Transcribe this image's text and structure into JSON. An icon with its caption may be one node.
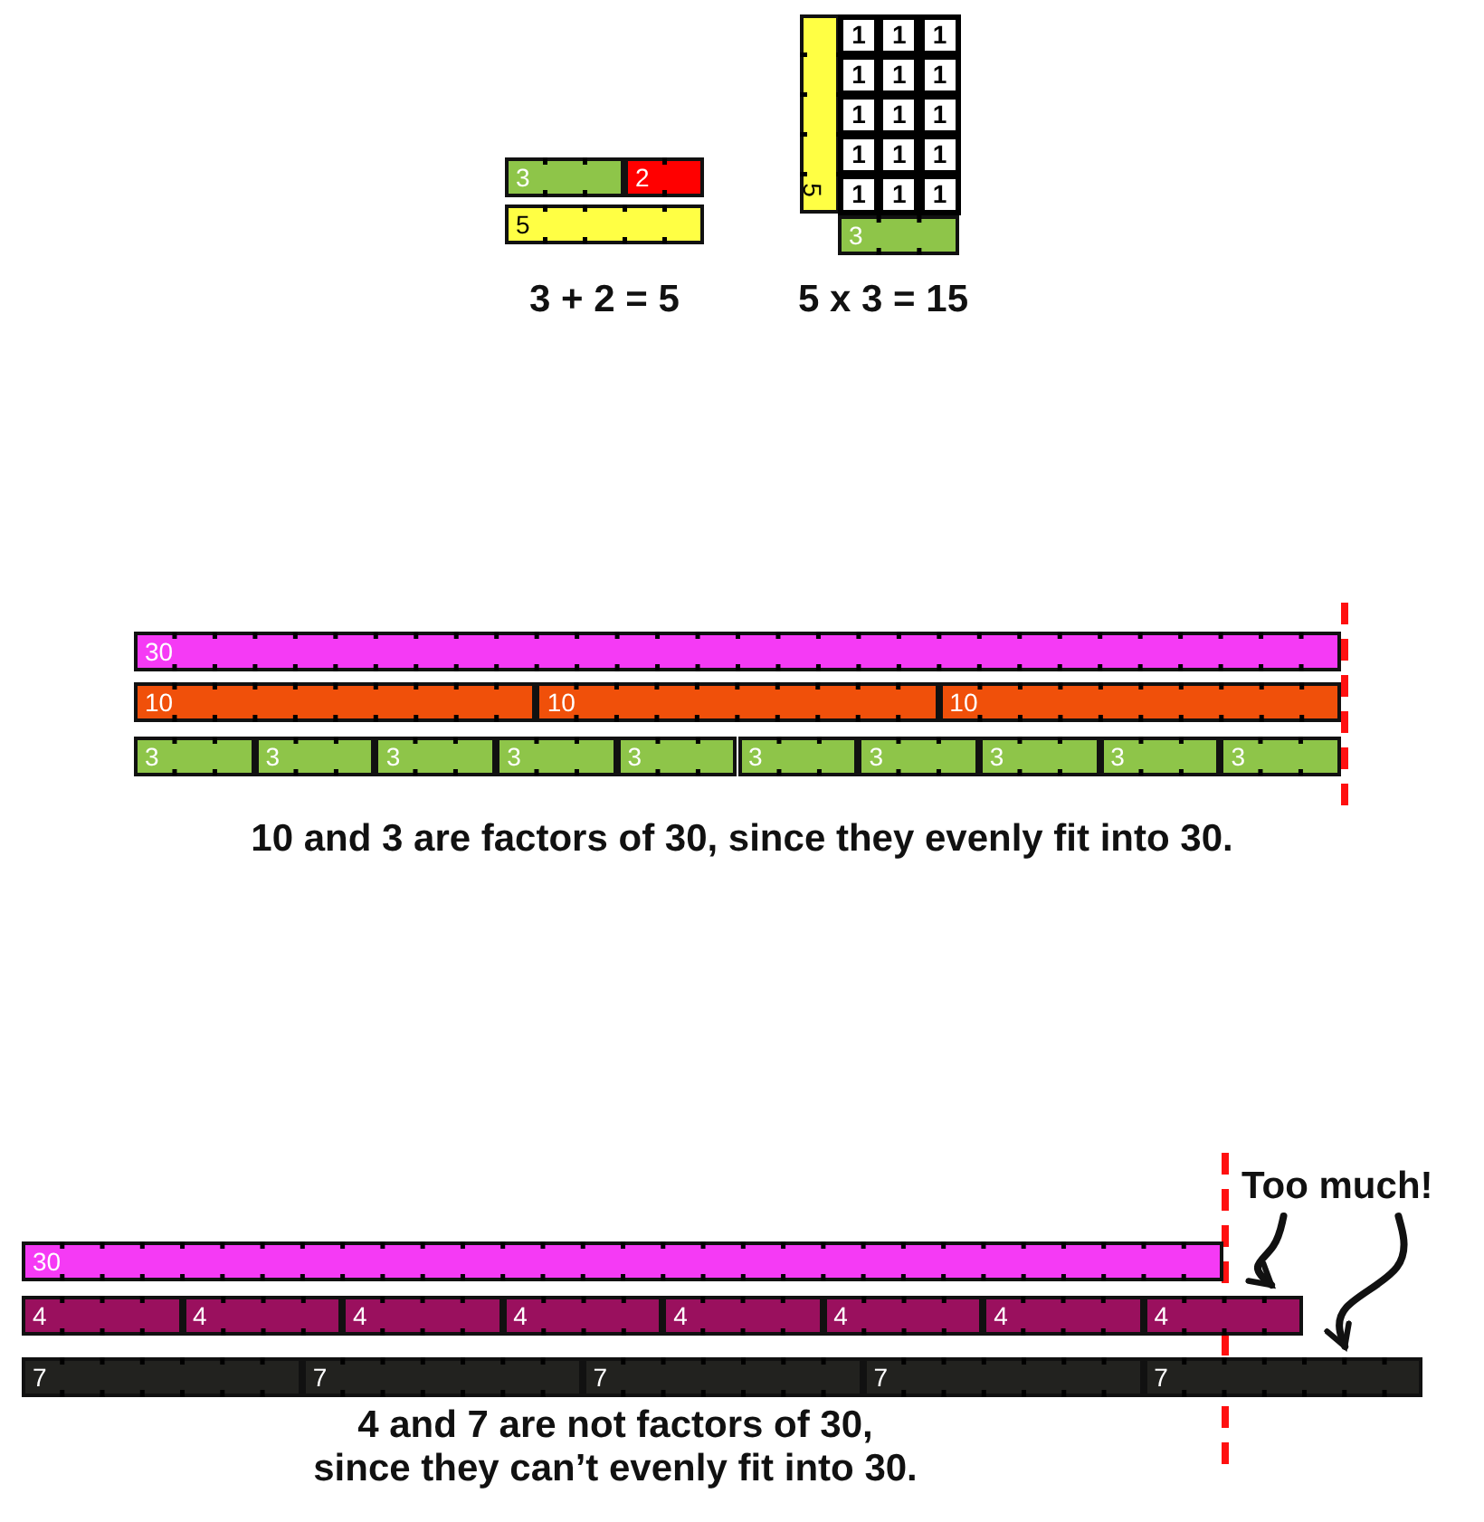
{
  "diagram": {
    "nodes": [
      {
        "text": [
          "3"
        ]
      },
      {
        "text": [
          "2"
        ]
      },
      {
        "text": [
          "5"
        ]
      },
      {
        "text": [
          "5"
        ]
      },
      {
        "text": [
          "1"
        ]
      },
      {
        "text": [
          "1"
        ]
      },
      {
        "text": [
          "1"
        ]
      },
      {
        "text": [
          "1"
        ]
      },
      {
        "text": [
          "1"
        ]
      },
      {
        "text": [
          "1"
        ]
      },
      {
        "text": [
          "1"
        ]
      },
      {
        "text": [
          "1"
        ]
      },
      {
        "text": [
          "1"
        ]
      },
      {
        "text": [
          "1"
        ]
      },
      {
        "text": [
          "1"
        ]
      },
      {
        "text": [
          "1"
        ]
      },
      {
        "text": [
          "1"
        ]
      },
      {
        "text": [
          "1"
        ]
      },
      {
        "text": [
          "1"
        ]
      },
      {
        "text": [
          "3"
        ]
      },
      {
        "text": [
          "30"
        ]
      },
      {
        "text": [
          "10"
        ]
      },
      {
        "text": [
          "10"
        ]
      },
      {
        "text": [
          "10"
        ]
      },
      {
        "text": [
          "3"
        ]
      },
      {
        "text": [
          "3"
        ]
      },
      {
        "text": [
          "3"
        ]
      },
      {
        "text": [
          "3"
        ]
      },
      {
        "text": [
          "3"
        ]
      },
      {
        "text": [
          "3"
        ]
      },
      {
        "text": [
          "3"
        ]
      },
      {
        "text": [
          "3"
        ]
      },
      {
        "text": [
          "3"
        ]
      },
      {
        "text": [
          "3"
        ]
      },
      {
        "text": [
          "30"
        ]
      },
      {
        "text": [
          "4"
        ]
      },
      {
        "text": [
          "4"
        ]
      },
      {
        "text": [
          "4"
        ]
      },
      {
        "text": [
          "4"
        ]
      },
      {
        "text": [
          "4"
        ]
      },
      {
        "text": [
          "4"
        ]
      },
      {
        "text": [
          "4"
        ]
      },
      {
        "text": [
          "4"
        ]
      },
      {
        "text": [
          "7"
        ]
      },
      {
        "text": [
          "7"
        ]
      },
      {
        "text": [
          "7"
        ]
      },
      {
        "text": [
          "7"
        ]
      },
      {
        "text": [
          "7"
        ]
      },
      {
        "text": [
          "Too much!"
        ]
      }
    ],
    "edges": [
      {
        "from": 48,
        "to": 42,
        "arrow": "to"
      },
      {
        "from": 48,
        "to": 47,
        "arrow": "to"
      }
    ],
    "labels": [
      "3 + 2 = 5",
      "5 x 3 = 15",
      "10 and 3 are factors of 30, since they evenly fit into 30.",
      "4 and 7 are not factors of 30, since they can’t evenly fit into 30."
    ]
  }
}
